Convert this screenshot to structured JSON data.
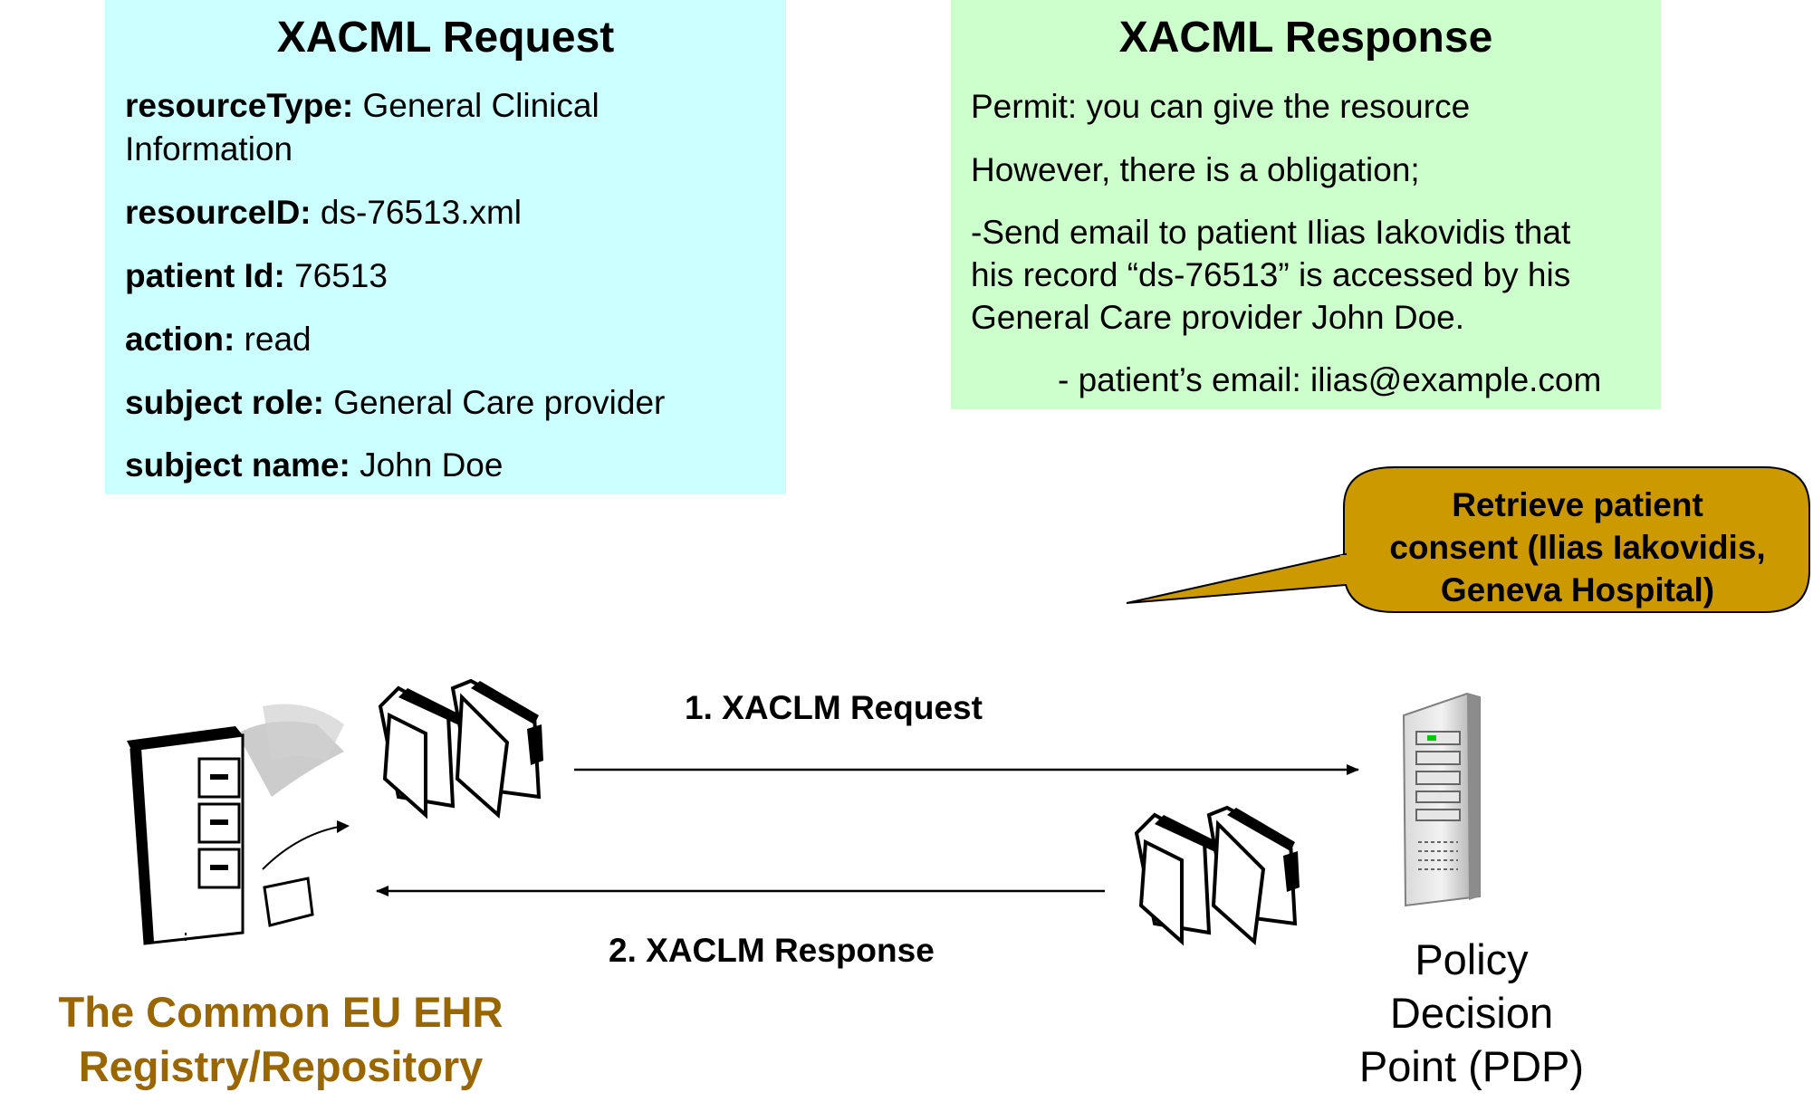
{
  "request": {
    "title": "XACML Request",
    "fields": [
      {
        "label": "resourceType:",
        "value": " General Clinical"
      },
      {
        "label": "",
        "value": "Information"
      },
      {
        "label": "resourceID:",
        "value": " ds-76513.xml"
      },
      {
        "label": "patient Id:",
        "value": " 76513"
      },
      {
        "label": "action:",
        "value": " read"
      },
      {
        "label": "subject role:",
        "value": " General Care provider"
      },
      {
        "label": "subject name:",
        "value": " John Doe"
      }
    ]
  },
  "response": {
    "title": "XACML Response",
    "lines": [
      "Permit: you can give the resource",
      "However, there is a obligation;",
      "-Send email to patient Ilias Iakovidis that",
      "his record “ds-76513” is accessed by his",
      "General Care provider John Doe.",
      "- patient’s email: ilias@example.com"
    ]
  },
  "callout": {
    "lines": [
      "Retrieve patient",
      "consent (Ilias Iakovidis,",
      "Geneva Hospital)"
    ],
    "fill": "#cc9900"
  },
  "arrows": {
    "request_label": "1. XACLM Request",
    "response_label": "2. XACLM Response"
  },
  "registry": {
    "lines": [
      "The Common EU EHR",
      "Registry/Repository"
    ],
    "color": "#996600",
    "icon": "filing-cabinet-icon"
  },
  "pdp": {
    "lines": [
      "Policy",
      "Decision",
      "Point (PDP)"
    ],
    "icon": "server-tower-icon"
  },
  "colors": {
    "request_panel": "#ccffff",
    "response_panel": "#ccffcc"
  }
}
